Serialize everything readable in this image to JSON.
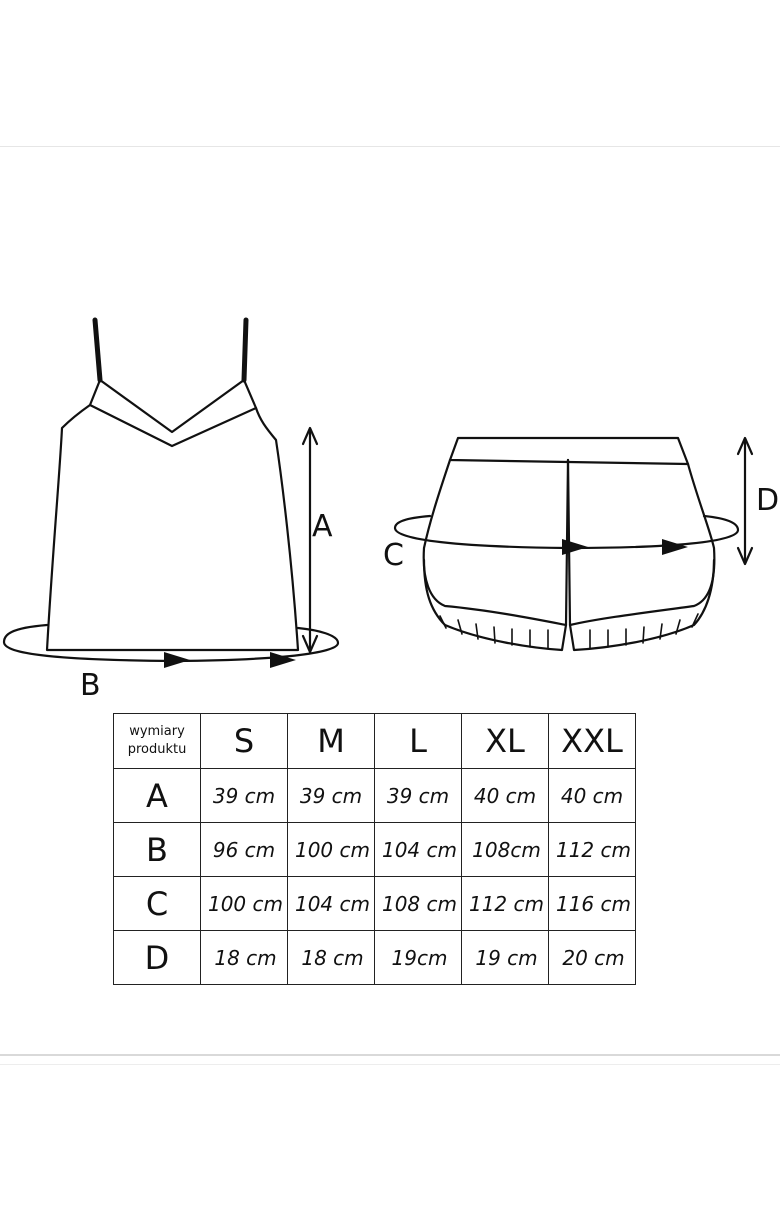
{
  "labels": {
    "A": "A",
    "B": "B",
    "C": "C",
    "D": "D"
  },
  "table": {
    "corner_line1": "wymiary",
    "corner_line2": "produktu",
    "sizes": [
      "S",
      "M",
      "L",
      "XL",
      "XXL"
    ],
    "rows": [
      {
        "label": "A",
        "values": [
          "39 cm",
          "39 cm",
          "39 cm",
          "40 cm",
          "40 cm"
        ]
      },
      {
        "label": "B",
        "values": [
          "96 cm",
          "100 cm",
          "104 cm",
          "108cm",
          "112 cm"
        ]
      },
      {
        "label": "C",
        "values": [
          "100 cm",
          "104 cm",
          "108 cm",
          "112 cm",
          "116 cm"
        ]
      },
      {
        "label": "D",
        "values": [
          "18 cm",
          "18 cm",
          "19cm",
          "19 cm",
          "20 cm"
        ]
      }
    ]
  }
}
